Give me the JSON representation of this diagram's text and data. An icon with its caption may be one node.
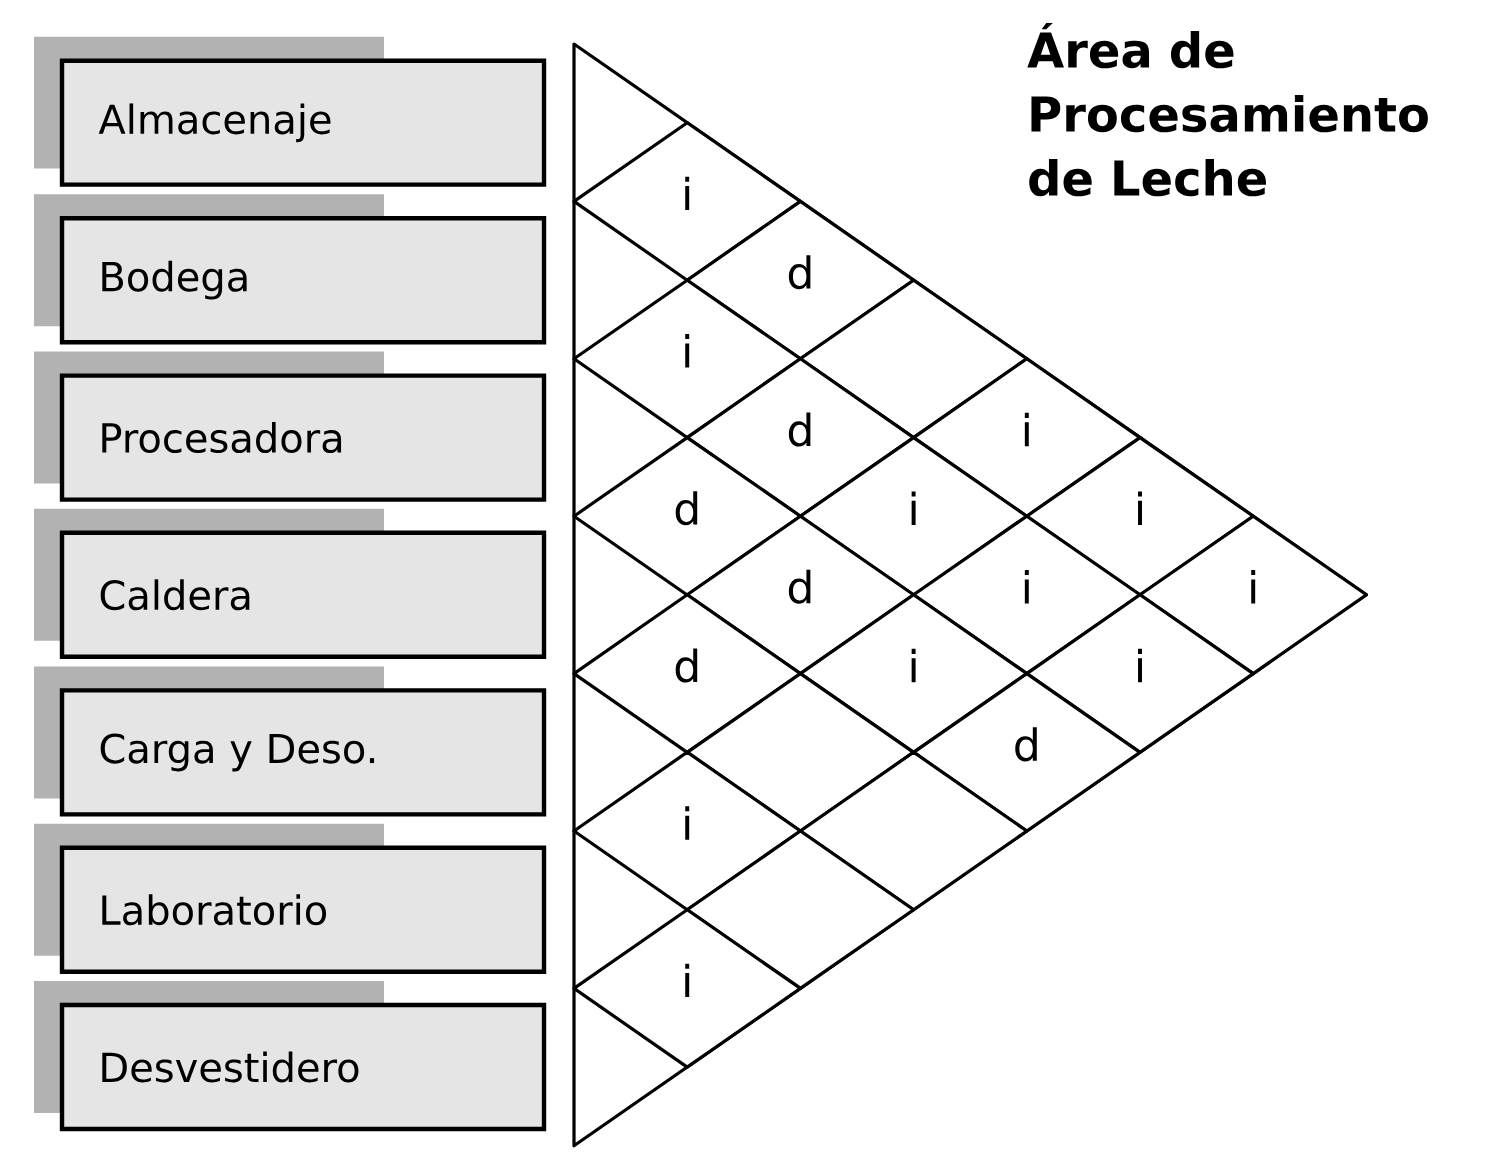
{
  "diagram": {
    "title": "Área de Procesamiento de Leche",
    "nodes": [
      {
        "text": [
          "Almacenaje"
        ]
      },
      {
        "text": [
          "Bodega"
        ]
      },
      {
        "text": [
          "Procesadora"
        ]
      },
      {
        "text": [
          "Caldera"
        ]
      },
      {
        "text": [
          "Carga y Deso."
        ]
      },
      {
        "text": [
          "Laboratorio"
        ]
      },
      {
        "text": [
          "Desvestidero"
        ]
      },
      {
        "text": [
          "i"
        ]
      },
      {
        "text": [
          "d"
        ]
      },
      {
        "text": [
          "i"
        ]
      },
      {
        "text": [],
        "shape": "diamond"
      },
      {
        "text": [
          "d"
        ]
      },
      {
        "text": [
          "i"
        ]
      },
      {
        "text": [
          "d"
        ]
      },
      {
        "text": [
          "i"
        ]
      },
      {
        "text": [
          "i"
        ]
      },
      {
        "text": [
          "d"
        ]
      },
      {
        "text": [
          "i"
        ]
      },
      {
        "text": [
          "i"
        ]
      },
      {
        "text": [
          "d"
        ]
      },
      {
        "text": [
          "i"
        ]
      },
      {
        "text": [
          "i"
        ]
      },
      {
        "text": [],
        "shape": "diamond"
      },
      {
        "text": [
          "d"
        ]
      },
      {
        "text": [
          "i"
        ]
      },
      {
        "text": [],
        "shape": "diamond"
      },
      {
        "text": [],
        "shape": "diamond"
      },
      {
        "text": [
          "i"
        ]
      }
    ]
  }
}
